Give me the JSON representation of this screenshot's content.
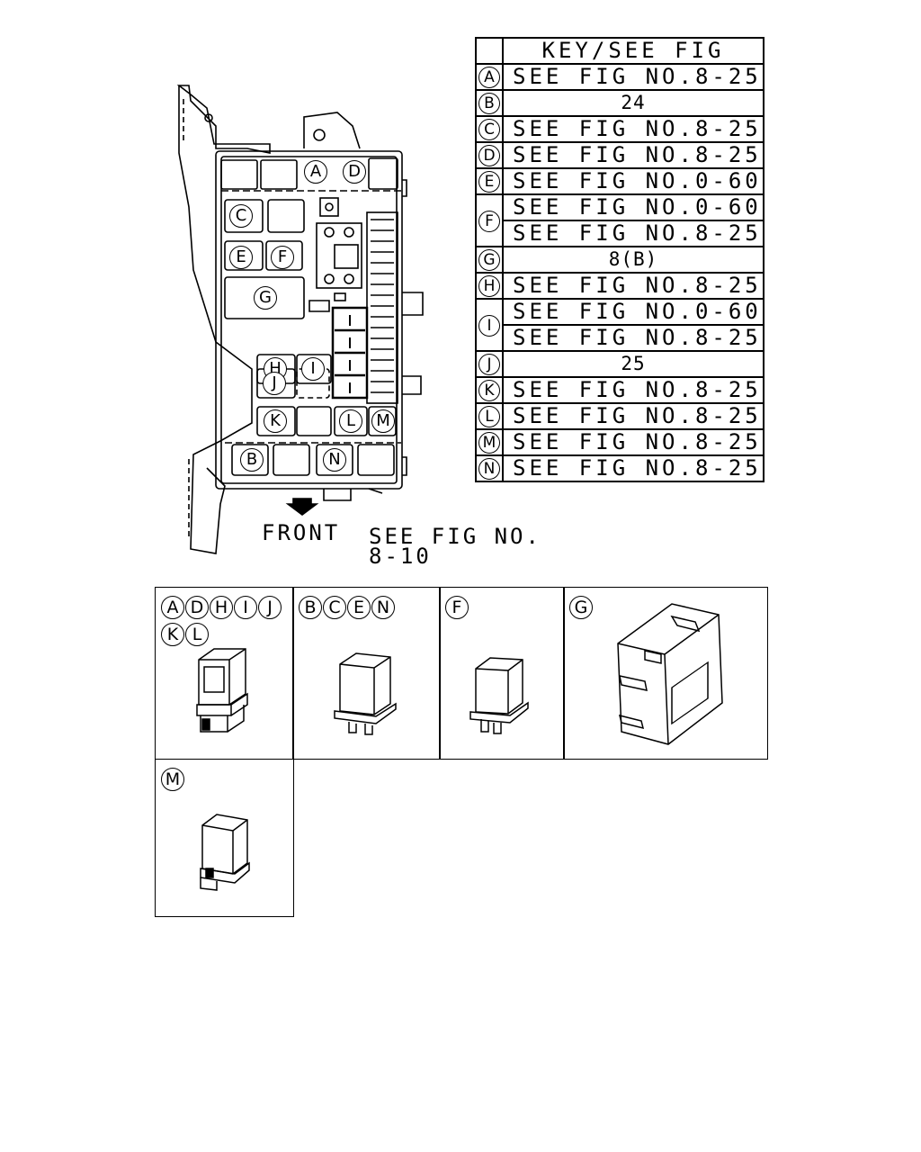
{
  "table": {
    "header": "KEY/SEE FIG",
    "rows": [
      {
        "key": "A",
        "text": "SEE FIG NO.8-25"
      },
      {
        "key": "B",
        "text": "24",
        "center": true
      },
      {
        "key": "C",
        "text": "SEE FIG NO.8-25"
      },
      {
        "key": "D",
        "text": "SEE FIG NO.8-25"
      },
      {
        "key": "E",
        "text": "SEE FIG NO.0-60"
      },
      {
        "key": "F",
        "text": "SEE FIG NO.0-60"
      },
      {
        "key": "",
        "text": "SEE FIG NO.8-25"
      },
      {
        "key": "G",
        "text": "8(B)",
        "center": true
      },
      {
        "key": "H",
        "text": "SEE FIG NO.8-25"
      },
      {
        "key": "I",
        "text": "SEE FIG NO.0-60"
      },
      {
        "key": "",
        "text": "SEE FIG NO.8-25"
      },
      {
        "key": "J",
        "text": "25",
        "center": true
      },
      {
        "key": "K",
        "text": "SEE FIG NO.8-25"
      },
      {
        "key": "L",
        "text": "SEE FIG NO.8-25"
      },
      {
        "key": "M",
        "text": "SEE FIG NO.8-25"
      },
      {
        "key": "N",
        "text": "SEE FIG NO.8-25"
      }
    ]
  },
  "diagram": {
    "front_label": "FRONT",
    "see_fig_label": "SEE FIG NO.",
    "see_fig_number": "8-10",
    "box_keys": [
      "A",
      "D",
      "C",
      "E",
      "F",
      "G",
      "H",
      "I",
      "J",
      "K",
      "L",
      "M",
      "B",
      "N"
    ]
  },
  "panels": [
    {
      "tags": [
        "A",
        "D",
        "H",
        "I",
        "J",
        "K",
        "L"
      ]
    },
    {
      "tags": [
        "B",
        "C",
        "E",
        "N"
      ]
    },
    {
      "tags": [
        "F"
      ]
    },
    {
      "tags": [
        "G"
      ]
    },
    {
      "tags": [
        "M"
      ]
    }
  ],
  "colors": {
    "line": "#000000",
    "background": "#ffffff"
  }
}
